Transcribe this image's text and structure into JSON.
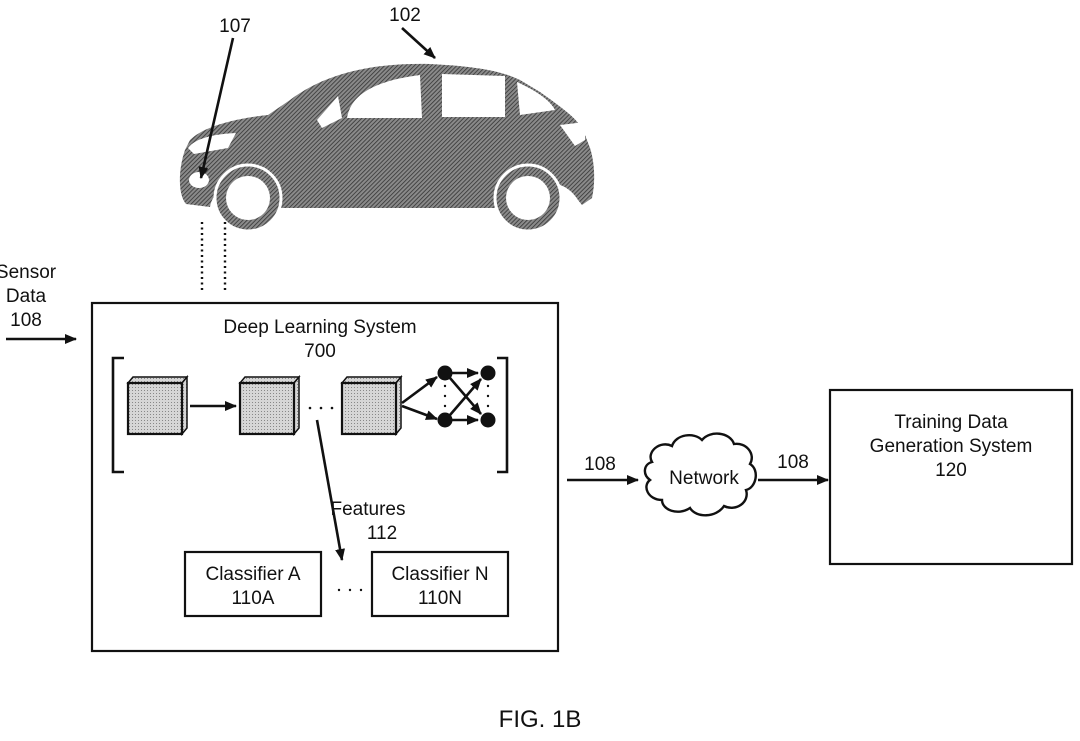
{
  "figure": {
    "caption": "FIG. 1B",
    "vehicle": {
      "ref": "102",
      "sensor_ref": "107"
    },
    "sensor_input": {
      "line1": "Sensor",
      "line2": "Data",
      "ref": "108"
    },
    "deep_learning_system": {
      "title": "Deep Learning System",
      "ref": "700",
      "features": {
        "label": "Features",
        "ref": "112"
      },
      "classifiers": [
        {
          "name": "Classifier A",
          "ref": "110A"
        },
        {
          "name": "Classifier N",
          "ref": "110N"
        }
      ]
    },
    "network": {
      "label": "Network",
      "in_ref": "108",
      "out_ref": "108"
    },
    "training_system": {
      "line1": "Training Data",
      "line2": "Generation System",
      "ref": "120"
    }
  },
  "colors": {
    "stroke": "#111111",
    "car_fill": "#5a5a5a",
    "block_fill": "#c8c8c8",
    "background": "#ffffff"
  }
}
